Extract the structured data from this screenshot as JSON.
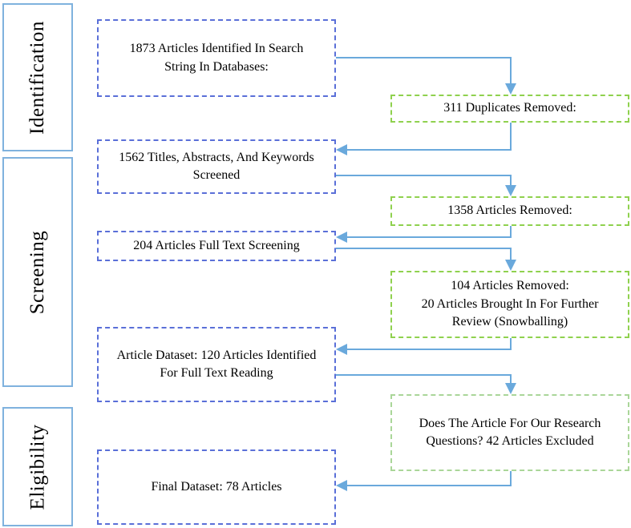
{
  "palette": {
    "blue_border": "#5a6fd8",
    "green_border": "#8fd14e",
    "green_light_border": "#aad699",
    "sidebar_border": "#7fb2de",
    "arrow": "#6aa9dc",
    "text": "#000000",
    "bg": "#ffffff"
  },
  "stages": [
    {
      "label": "Identification"
    },
    {
      "label": "Screening"
    },
    {
      "label": "Eligibility"
    }
  ],
  "boxes": {
    "main": [
      {
        "text": "1873 Articles Identified In Search\nString In Databases:"
      },
      {
        "text": "1562 Titles, Abstracts, And Keywords\nScreened"
      },
      {
        "text": "204 Articles Full Text Screening"
      },
      {
        "text": "Article Dataset: 120 Articles Identified\nFor Full Text Reading"
      },
      {
        "text": "Final Dataset: 78 Articles"
      }
    ],
    "side": [
      {
        "text": "311 Duplicates Removed:"
      },
      {
        "text": "1358 Articles Removed:"
      },
      {
        "text": "104 Articles Removed:\n20 Articles Brought In For Further\nReview (Snowballing)"
      },
      {
        "text": "Does The Article For Our Research\nQuestions? 42 Articles Excluded"
      }
    ]
  }
}
